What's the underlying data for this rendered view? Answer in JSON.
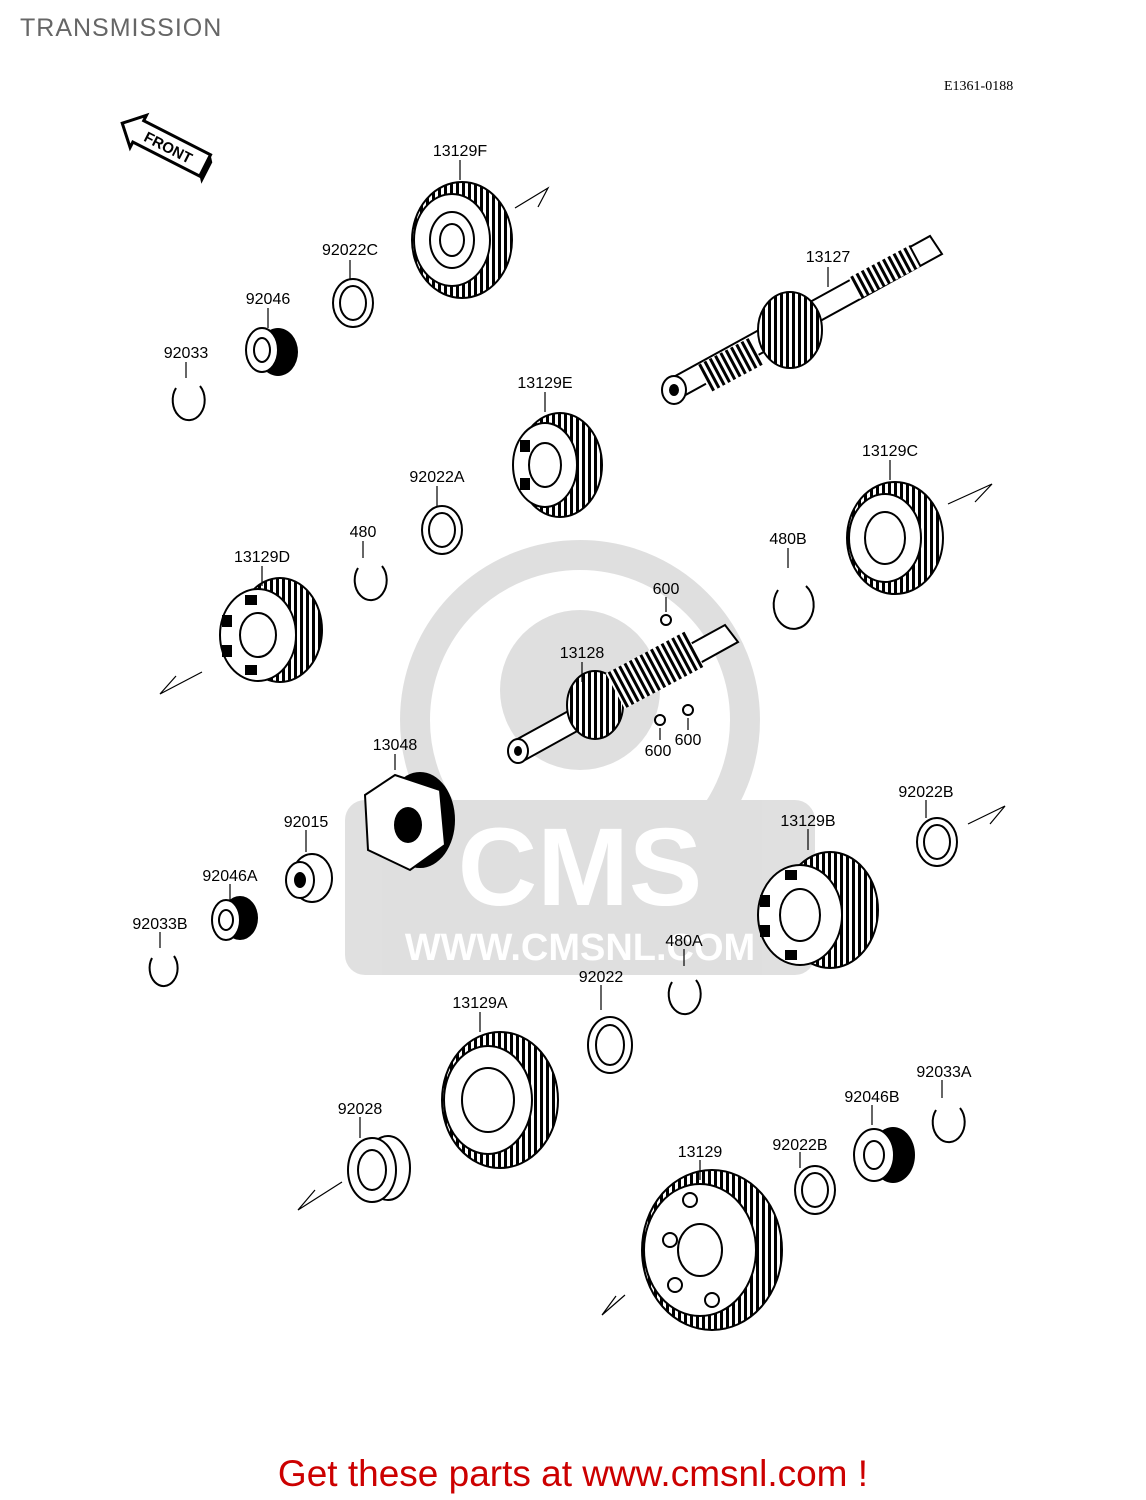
{
  "title": "TRANSMISSION",
  "diagram_code": "E1361-0188",
  "front_label": "FRONT",
  "watermark": {
    "brand": "CMS",
    "url": "WWW.CMSNL.COM"
  },
  "parts": {
    "p13129F": "13129F",
    "p92022C": "92022C",
    "p92046": "92046",
    "p92033": "92033",
    "p13127": "13127",
    "p13129E": "13129E",
    "p92022A": "92022A",
    "p480": "480",
    "p13129C": "13129C",
    "p480B": "480B",
    "p13129D": "13129D",
    "p600a": "600",
    "p13128": "13128",
    "p600b": "600",
    "p600c": "600",
    "p13048": "13048",
    "p92015": "92015",
    "p92022B": "92022B",
    "p13129B": "13129B",
    "p92046A": "92046A",
    "p92033B": "92033B",
    "p480A": "480A",
    "p92022": "92022",
    "p13129A": "13129A",
    "p92033A": "92033A",
    "p92028": "92028",
    "p92046B": "92046B",
    "p13129": "13129",
    "p92022B2": "92022B"
  },
  "footer": "Get these parts at www.cmsnl.com !"
}
